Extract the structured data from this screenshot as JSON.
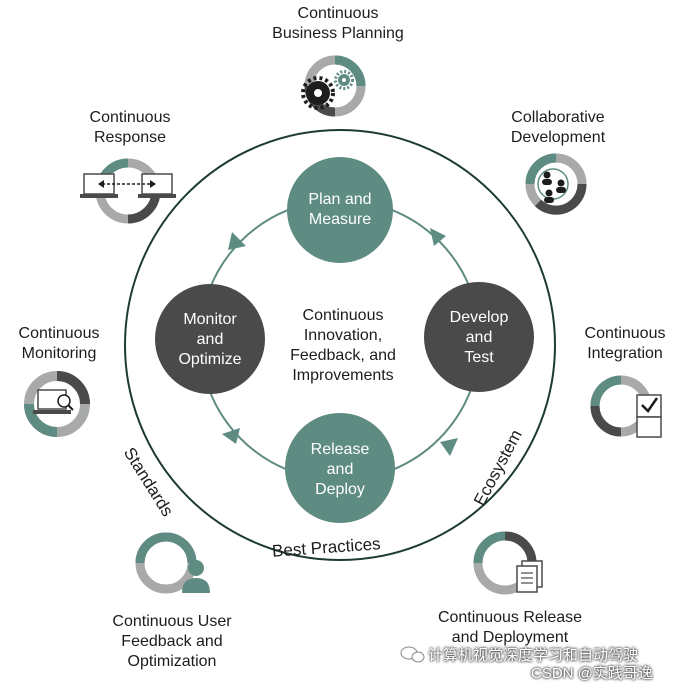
{
  "center": [
    "Continuous",
    "Innovation,",
    "Feedback, and",
    "Improvements"
  ],
  "inner_nodes": {
    "plan": [
      "Plan and",
      "Measure"
    ],
    "develop": [
      "Develop",
      "and",
      "Test"
    ],
    "release": [
      "Release",
      "and",
      "Deploy"
    ],
    "monitor": [
      "Monitor",
      "and",
      "Optimize"
    ]
  },
  "ring_words": {
    "standards": "Standards",
    "best_practices": "Best Practices",
    "ecosystem": "Ecosystem"
  },
  "outer": {
    "business_planning": [
      "Continuous",
      "Business Planning"
    ],
    "collaborative_development": [
      "Collaborative",
      "Development"
    ],
    "integration": [
      "Continuous",
      "Integration"
    ],
    "release_deployment": [
      "Continuous Release",
      "and Deployment"
    ],
    "user_feedback": [
      "Continuous User",
      "Feedback and",
      "Optimization"
    ],
    "monitoring": [
      "Continuous",
      "Monitoring"
    ],
    "response": [
      "Continuous",
      "Response"
    ]
  },
  "watermark": {
    "wechat": "计算机视觉深度学习和自动驾驶",
    "csdn": "CSDN @实践哥逸"
  },
  "colors": {
    "teal": "#5e8c82",
    "dark": "#4a4a4a",
    "gray": "#a8aaa9",
    "ring": "#1e3a36"
  },
  "icons": [
    "gear-icon",
    "team-icon",
    "checklist-icon",
    "documents-icon",
    "user-icon",
    "laptop-magnifier-icon",
    "transfer-screens-icon",
    "wechat-icon"
  ]
}
